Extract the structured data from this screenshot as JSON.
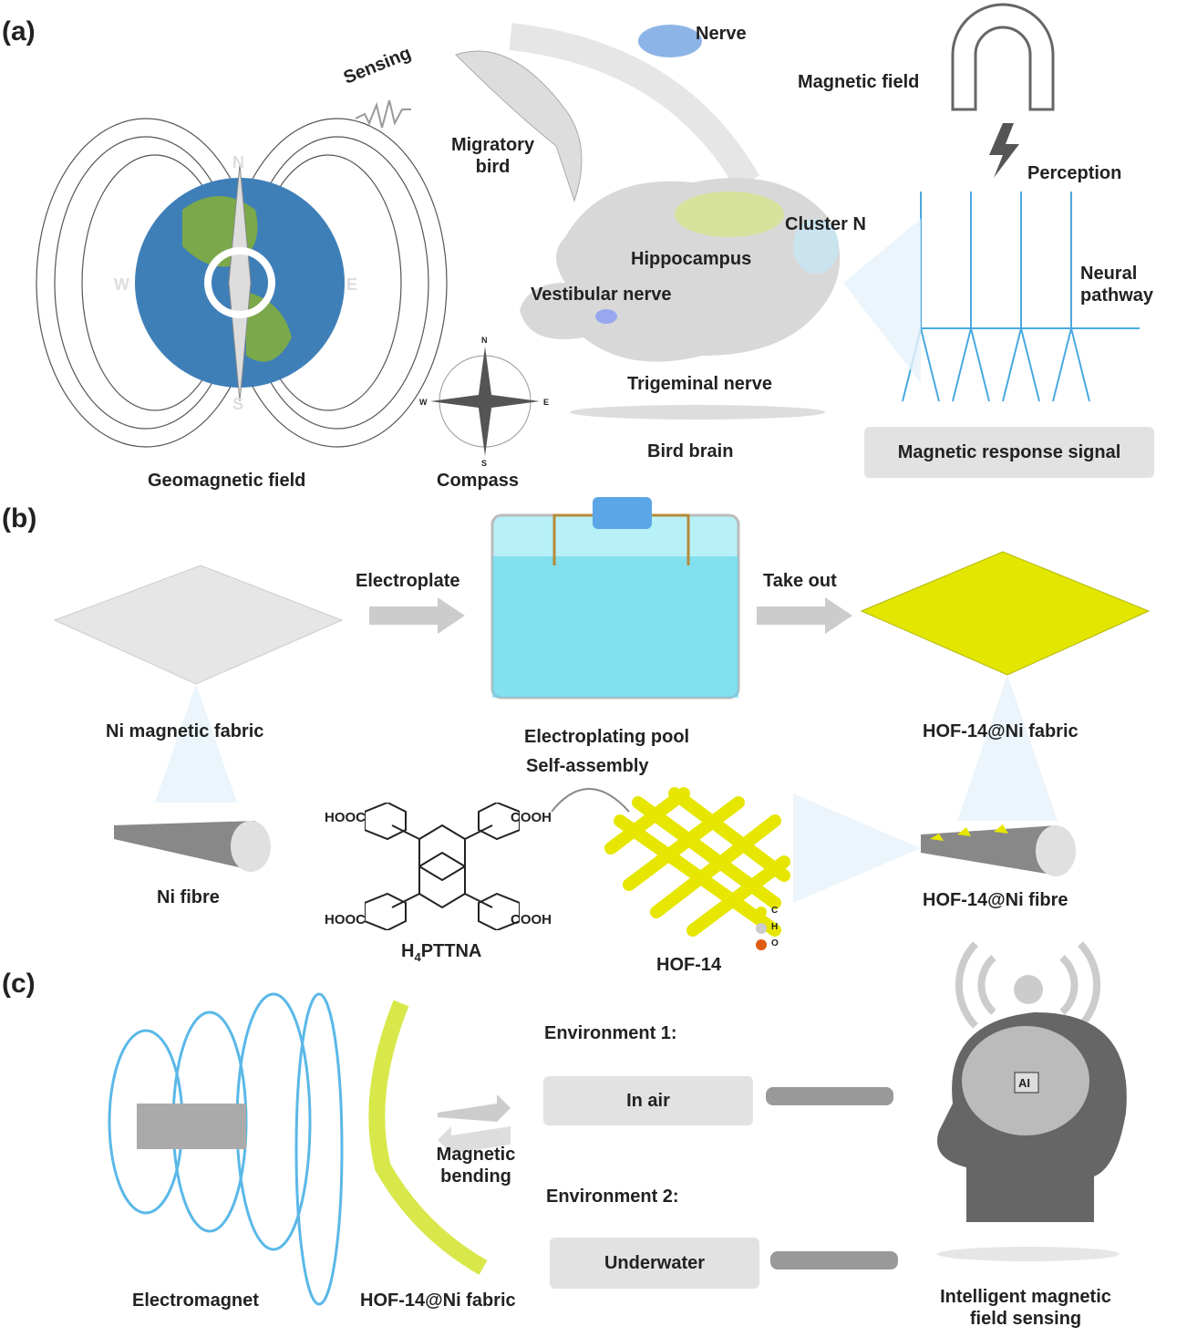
{
  "panels": {
    "a": "(a)",
    "b": "(b)",
    "c": "(c)"
  },
  "a": {
    "sensing": "Sensing",
    "nerve": "Nerve",
    "magnetic_field": "Magnetic field",
    "migratory_bird": [
      "Migratory",
      "bird"
    ],
    "perception": "Perception",
    "cluster_n": "Cluster N",
    "hippocampus": "Hippocampus",
    "neural_pathway": [
      "Neural",
      "pathway"
    ],
    "vestibular_nerve": "Vestibular nerve",
    "trigeminal_nerve": "Trigeminal nerve",
    "bird_brain": "Bird brain",
    "magnetic_response_signal": "Magnetic response signal",
    "geomagnetic_field": "Geomagnetic field",
    "compass": "Compass",
    "earth_dirs": {
      "n": "N",
      "s": "S",
      "e": "E",
      "w": "W"
    },
    "compass_dirs": {
      "n": "N",
      "s": "S",
      "e": "E",
      "w": "W"
    }
  },
  "b": {
    "electroplate": "Electroplate",
    "take_out": "Take out",
    "ni_fabric": "Ni magnetic fabric",
    "pool": "Electroplating pool",
    "hof_fabric": "HOF-14@Ni fabric",
    "self_assembly": "Self-assembly",
    "ni_fibre": "Ni fibre",
    "h4pttna_main": "H",
    "h4pttna_sub": "4",
    "h4pttna_rest": "PTTNA",
    "hooc": "HOOC",
    "cooh": "COOH",
    "hof14": "HOF-14",
    "hof_fibre": "HOF-14@Ni fibre",
    "legend": {
      "c": "C",
      "h": "H",
      "o": "O"
    }
  },
  "c": {
    "electromagnet": "Electromagnet",
    "hof_fabric": "HOF-14@Ni fabric",
    "magnetic_bending": [
      "Magnetic",
      "bending"
    ],
    "env1": "Environment 1:",
    "in_air": "In air",
    "env2": "Environment 2:",
    "underwater": "Underwater",
    "ai": "AI",
    "intelligent": [
      "Intelligent magnetic",
      "field sensing"
    ]
  },
  "colors": {
    "yellow": "#e6e600",
    "blue": "#4aa8e0",
    "grey": "#e2e2e2"
  }
}
